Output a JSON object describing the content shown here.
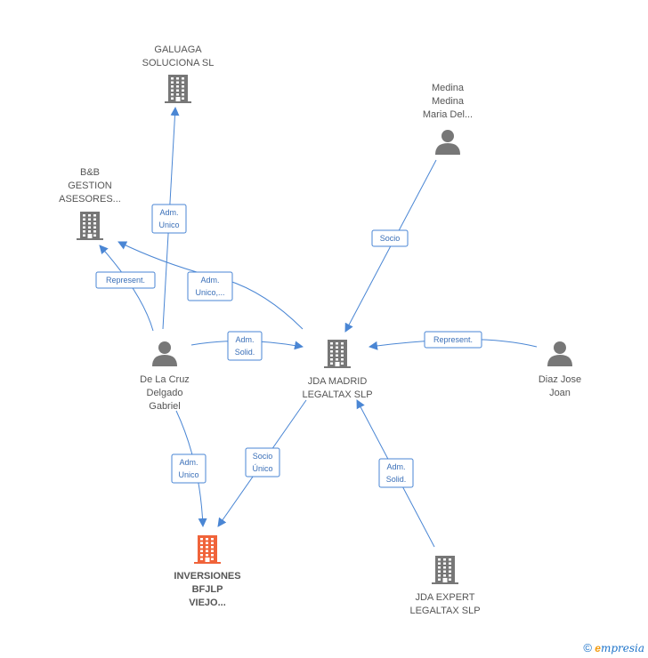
{
  "nodes": [
    {
      "id": "galuaga",
      "kind": "company",
      "lines": [
        "GALUAGA",
        "SOLUCIONA SL"
      ]
    },
    {
      "id": "bb",
      "kind": "company",
      "lines": [
        "B&B",
        "GESTION",
        "ASESORES..."
      ]
    },
    {
      "id": "medina",
      "kind": "person",
      "lines": [
        "Medina",
        "Medina",
        "Maria Del..."
      ]
    },
    {
      "id": "delacruz",
      "kind": "person",
      "lines": [
        "De La Cruz",
        "Delgado",
        "Gabriel"
      ]
    },
    {
      "id": "jdamadrid",
      "kind": "company",
      "lines": [
        "JDA MADRID",
        "LEGALTAX  SLP"
      ]
    },
    {
      "id": "diaz",
      "kind": "person",
      "lines": [
        "Diaz Jose",
        "Joan"
      ]
    },
    {
      "id": "inversiones",
      "kind": "company-main",
      "lines": [
        "INVERSIONES",
        "BFJLP",
        "VIEJO..."
      ]
    },
    {
      "id": "jdaexpert",
      "kind": "company",
      "lines": [
        "JDA EXPERT",
        "LEGALTAX  SLP"
      ]
    }
  ],
  "edges": [
    {
      "id": "e1",
      "from": "delacruz",
      "to": "galuaga",
      "label": [
        "Adm.",
        "Unico"
      ]
    },
    {
      "id": "e2",
      "from": "delacruz",
      "to": "bb",
      "label": [
        "Represent."
      ]
    },
    {
      "id": "e3",
      "from": "jdamadrid",
      "to": "bb",
      "label": [
        "Adm.",
        "Unico,..."
      ]
    },
    {
      "id": "e4",
      "from": "delacruz",
      "to": "jdamadrid",
      "label": [
        "Adm.",
        "Solid."
      ]
    },
    {
      "id": "e5",
      "from": "medina",
      "to": "jdamadrid",
      "label": [
        "Socio"
      ]
    },
    {
      "id": "e6",
      "from": "diaz",
      "to": "jdamadrid",
      "label": [
        "Represent."
      ]
    },
    {
      "id": "e7",
      "from": "delacruz",
      "to": "inversiones",
      "label": [
        "Adm.",
        "Unico"
      ]
    },
    {
      "id": "e8",
      "from": "jdamadrid",
      "to": "inversiones",
      "label": [
        "Socio",
        "Único"
      ]
    },
    {
      "id": "e9",
      "from": "jdaexpert",
      "to": "jdamadrid",
      "label": [
        "Adm.",
        "Solid."
      ]
    }
  ],
  "colors": {
    "edge": "#4a86d4",
    "icon": "#777777",
    "main_icon": "#f0633a"
  },
  "footer": {
    "copyright": "©",
    "brand": "mpresia",
    "brand_initial": "e"
  }
}
